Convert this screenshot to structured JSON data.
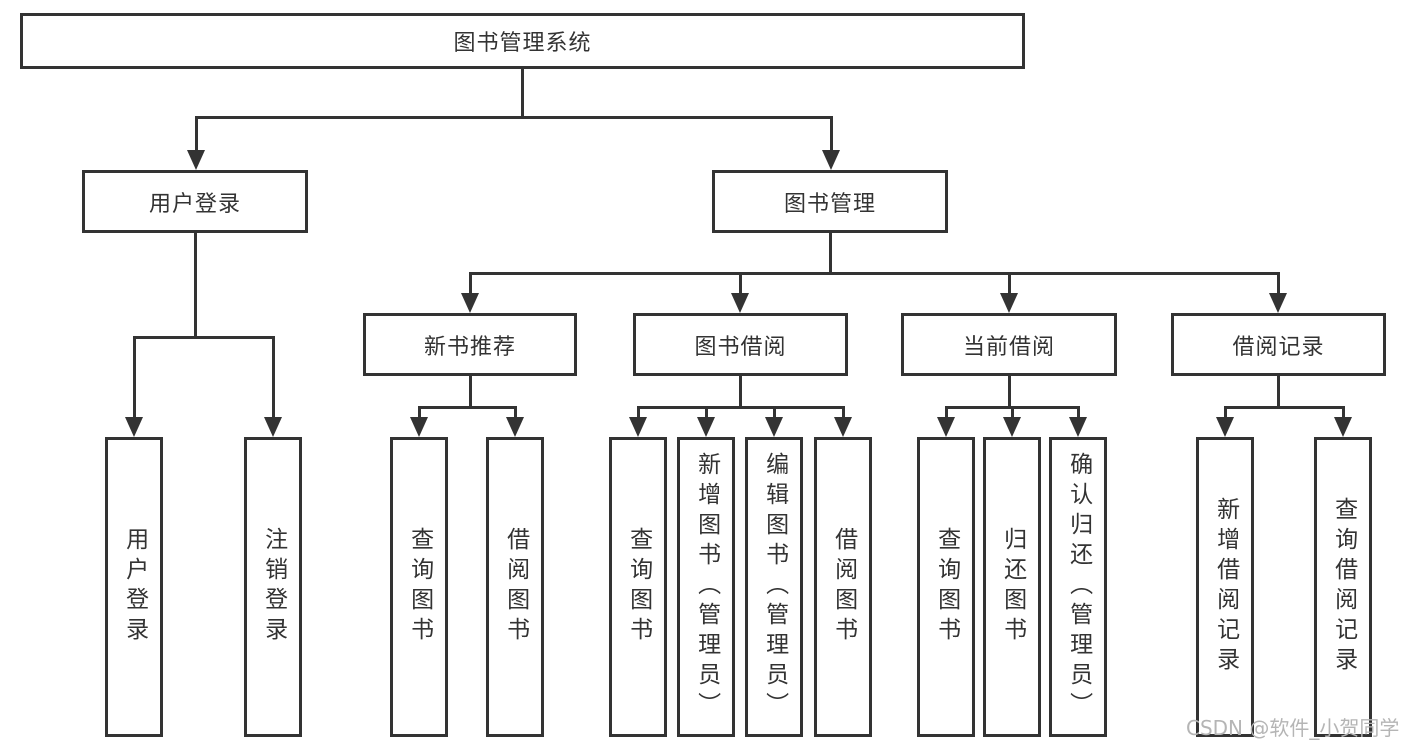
{
  "diagram": {
    "tree": {
      "label": "图书管理系统",
      "children": [
        {
          "label": "用户登录",
          "children": [
            {
              "label": "用户登录"
            },
            {
              "label": "注销登录"
            }
          ]
        },
        {
          "label": "图书管理",
          "children": [
            {
              "label": "新书推荐",
              "children": [
                {
                  "label": "查询图书"
                },
                {
                  "label": "借阅图书"
                }
              ]
            },
            {
              "label": "图书借阅",
              "children": [
                {
                  "label": "查询图书"
                },
                {
                  "label": "新增图书（管理员）"
                },
                {
                  "label": "编辑图书（管理员）"
                },
                {
                  "label": "借阅图书"
                }
              ]
            },
            {
              "label": "当前借阅",
              "children": [
                {
                  "label": "查询图书"
                },
                {
                  "label": "归还图书"
                },
                {
                  "label": "确认归还（管理员）"
                }
              ]
            },
            {
              "label": "借阅记录",
              "children": [
                {
                  "label": "新增借阅记录"
                },
                {
                  "label": "查询借阅记录"
                }
              ]
            }
          ]
        }
      ]
    },
    "colors": {
      "line": "#333333",
      "text": "#333333",
      "background": "#ffffff",
      "watermark": "#b5b5b5"
    }
  },
  "watermark": {
    "text": "CSDN @软件_小贺同学"
  }
}
